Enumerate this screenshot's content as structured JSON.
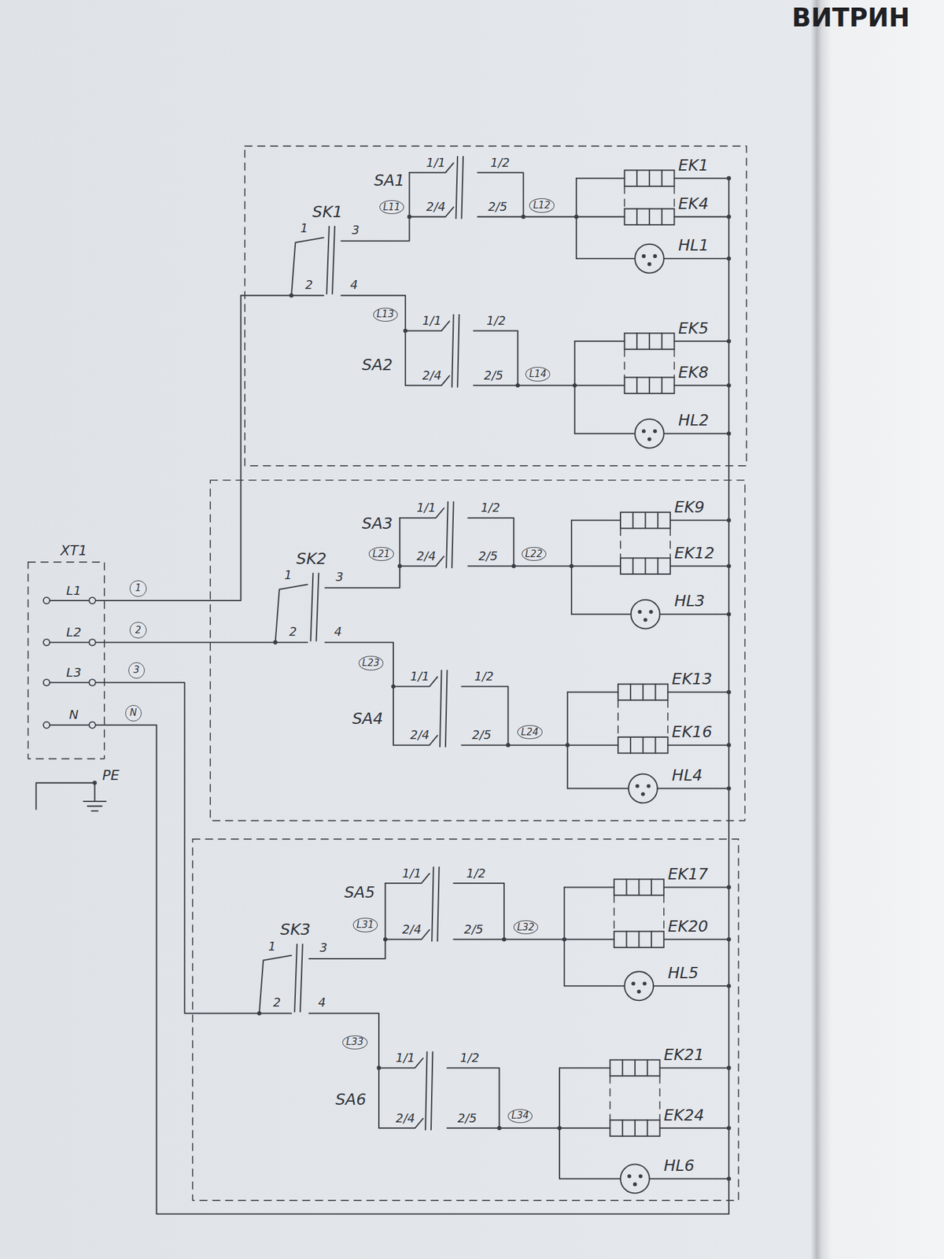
{
  "diagram": {
    "nodes": [
      {
        "text": [
          "L11"
        ]
      },
      {
        "text": [
          "L12"
        ]
      },
      {
        "text": [
          "L13"
        ]
      },
      {
        "text": [
          "L14"
        ]
      },
      {
        "text": [
          "L21"
        ]
      },
      {
        "text": [
          "L22"
        ]
      },
      {
        "text": [
          "L23"
        ]
      },
      {
        "text": [
          "L24"
        ]
      },
      {
        "text": [
          "L31"
        ]
      },
      {
        "text": [
          "L32"
        ]
      },
      {
        "text": [
          "L33"
        ]
      },
      {
        "text": [
          "L34"
        ]
      },
      {
        "text": [
          "1"
        ]
      },
      {
        "text": [
          "2"
        ]
      },
      {
        "text": [
          "3"
        ]
      },
      {
        "text": [
          "N"
        ]
      }
    ],
    "labels": [
      "ВИТРИН",
      "SK1",
      "1",
      "2",
      "3",
      "4",
      "SA1",
      "1/1",
      "1/2",
      "2/4",
      "2/5",
      "EK1",
      "EK4",
      "HL1",
      "SA2",
      "1/1",
      "1/2",
      "2/4",
      "2/5",
      "EK5",
      "EK8",
      "HL2",
      "SK2",
      "1",
      "2",
      "3",
      "4",
      "SA3",
      "1/1",
      "1/2",
      "2/4",
      "2/5",
      "EK9",
      "EK12",
      "HL3",
      "SA4",
      "1/1",
      "1/2",
      "2/4",
      "2/5",
      "EK13",
      "EK16",
      "HL4",
      "SK3",
      "1",
      "2",
      "3",
      "4",
      "SA5",
      "1/1",
      "1/2",
      "2/4",
      "2/5",
      "EK17",
      "EK20",
      "HL5",
      "SA6",
      "1/1",
      "1/2",
      "2/4",
      "2/5",
      "EK21",
      "EK24",
      "HL6",
      "XT1",
      "L1",
      "L2",
      "L3",
      "N",
      "PE"
    ]
  }
}
